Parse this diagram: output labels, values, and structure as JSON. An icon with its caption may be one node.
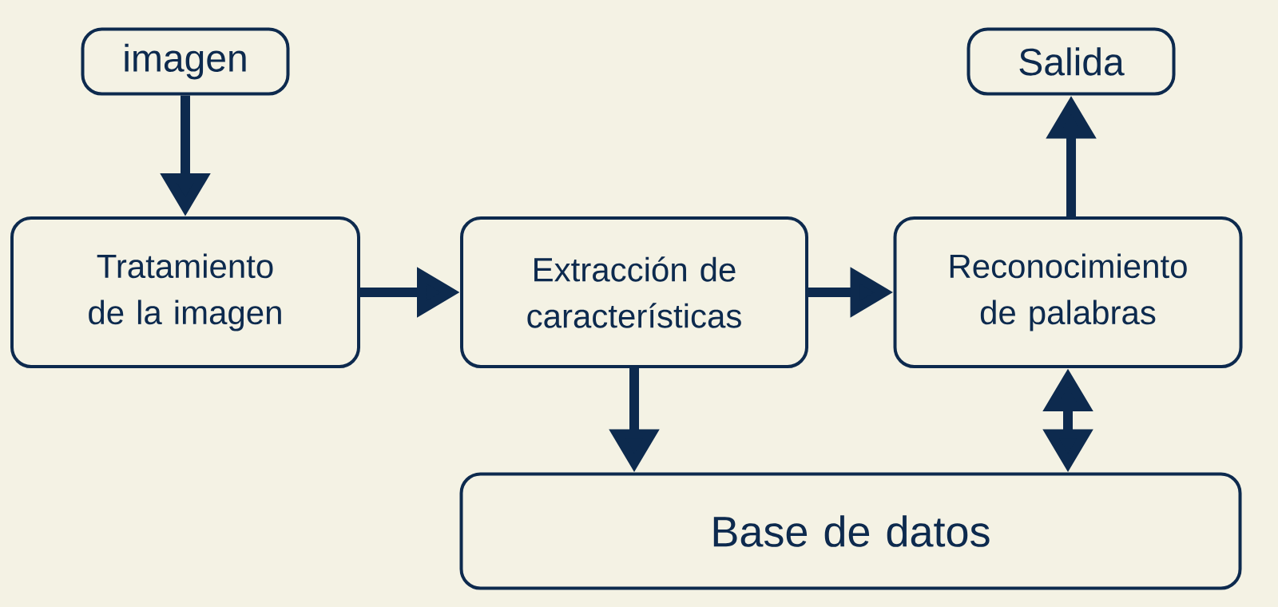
{
  "diagram": {
    "nodes": [
      {
        "text": [
          "imagen"
        ]
      },
      {
        "text": [
          "Salida"
        ]
      },
      {
        "text": [
          "Tratamiento de la imagen"
        ]
      },
      {
        "text": [
          "Extracción de características"
        ]
      },
      {
        "text": [
          "Reconocimiento de palabras"
        ]
      },
      {
        "text": [
          "Base de datos"
        ]
      }
    ],
    "edges": [
      {
        "from": 0,
        "to": 2,
        "arrow": "to"
      },
      {
        "from": 2,
        "to": 3,
        "arrow": "to"
      },
      {
        "from": 3,
        "to": 4,
        "arrow": "to"
      },
      {
        "from": 4,
        "to": 1,
        "arrow": "to"
      },
      {
        "from": 3,
        "to": 5,
        "arrow": "to"
      },
      {
        "from": 4,
        "to": 5,
        "arrow": "both"
      }
    ]
  }
}
